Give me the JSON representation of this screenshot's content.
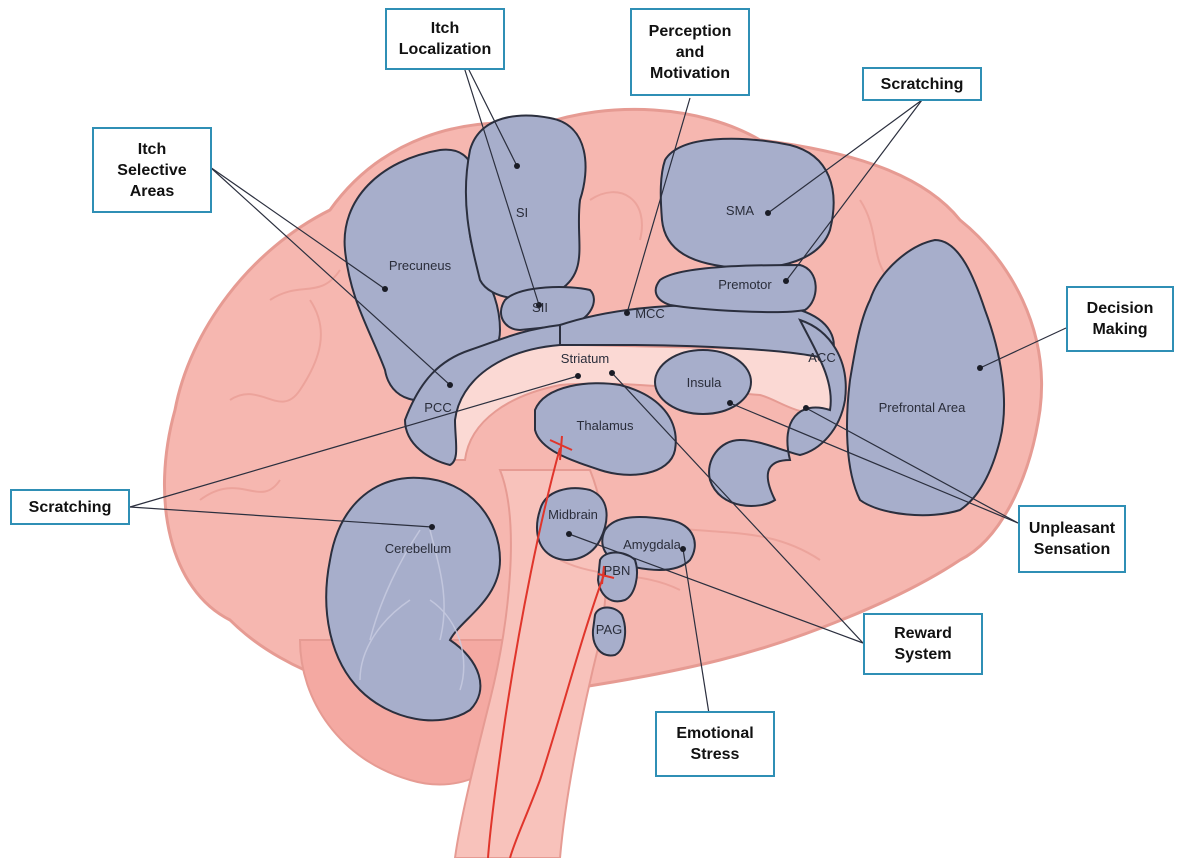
{
  "colors": {
    "brain_fill": "#f6b7b0",
    "brain_stroke": "#e69b93",
    "region_fill": "#a7aecb",
    "region_stroke": "#2b2f3e",
    "callout_border": "#2f8fb5",
    "nerve": "#e0352b"
  },
  "regions": {
    "si": "SI",
    "sii": "SII",
    "precuneus": "Precuneus",
    "pcc": "PCC",
    "mcc": "MCC",
    "sma": "SMA",
    "premotor": "Premotor",
    "acc": "ACC",
    "prefrontal": "Prefrontal Area",
    "striatum": "Striatum",
    "insula": "Insula",
    "thalamus": "Thalamus",
    "cerebellum": "Cerebellum",
    "midbrain": "Midbrain",
    "amygdala": "Amygdala",
    "pbn": "PBN",
    "pag": "PAG"
  },
  "callouts": {
    "itch_localization": [
      "Itch",
      "Localization"
    ],
    "perception_motivation": [
      "Perception",
      "and",
      "Motivation"
    ],
    "scratching_top": [
      "Scratching"
    ],
    "itch_selective": [
      "Itch",
      "Selective",
      "Areas"
    ],
    "decision_making": [
      "Decision",
      "Making"
    ],
    "scratching_left": [
      "Scratching"
    ],
    "unpleasant_sensation": [
      "Unpleasant",
      "Sensation"
    ],
    "reward_system": [
      "Reward",
      "System"
    ],
    "emotional_stress": [
      "Emotional",
      "Stress"
    ]
  }
}
